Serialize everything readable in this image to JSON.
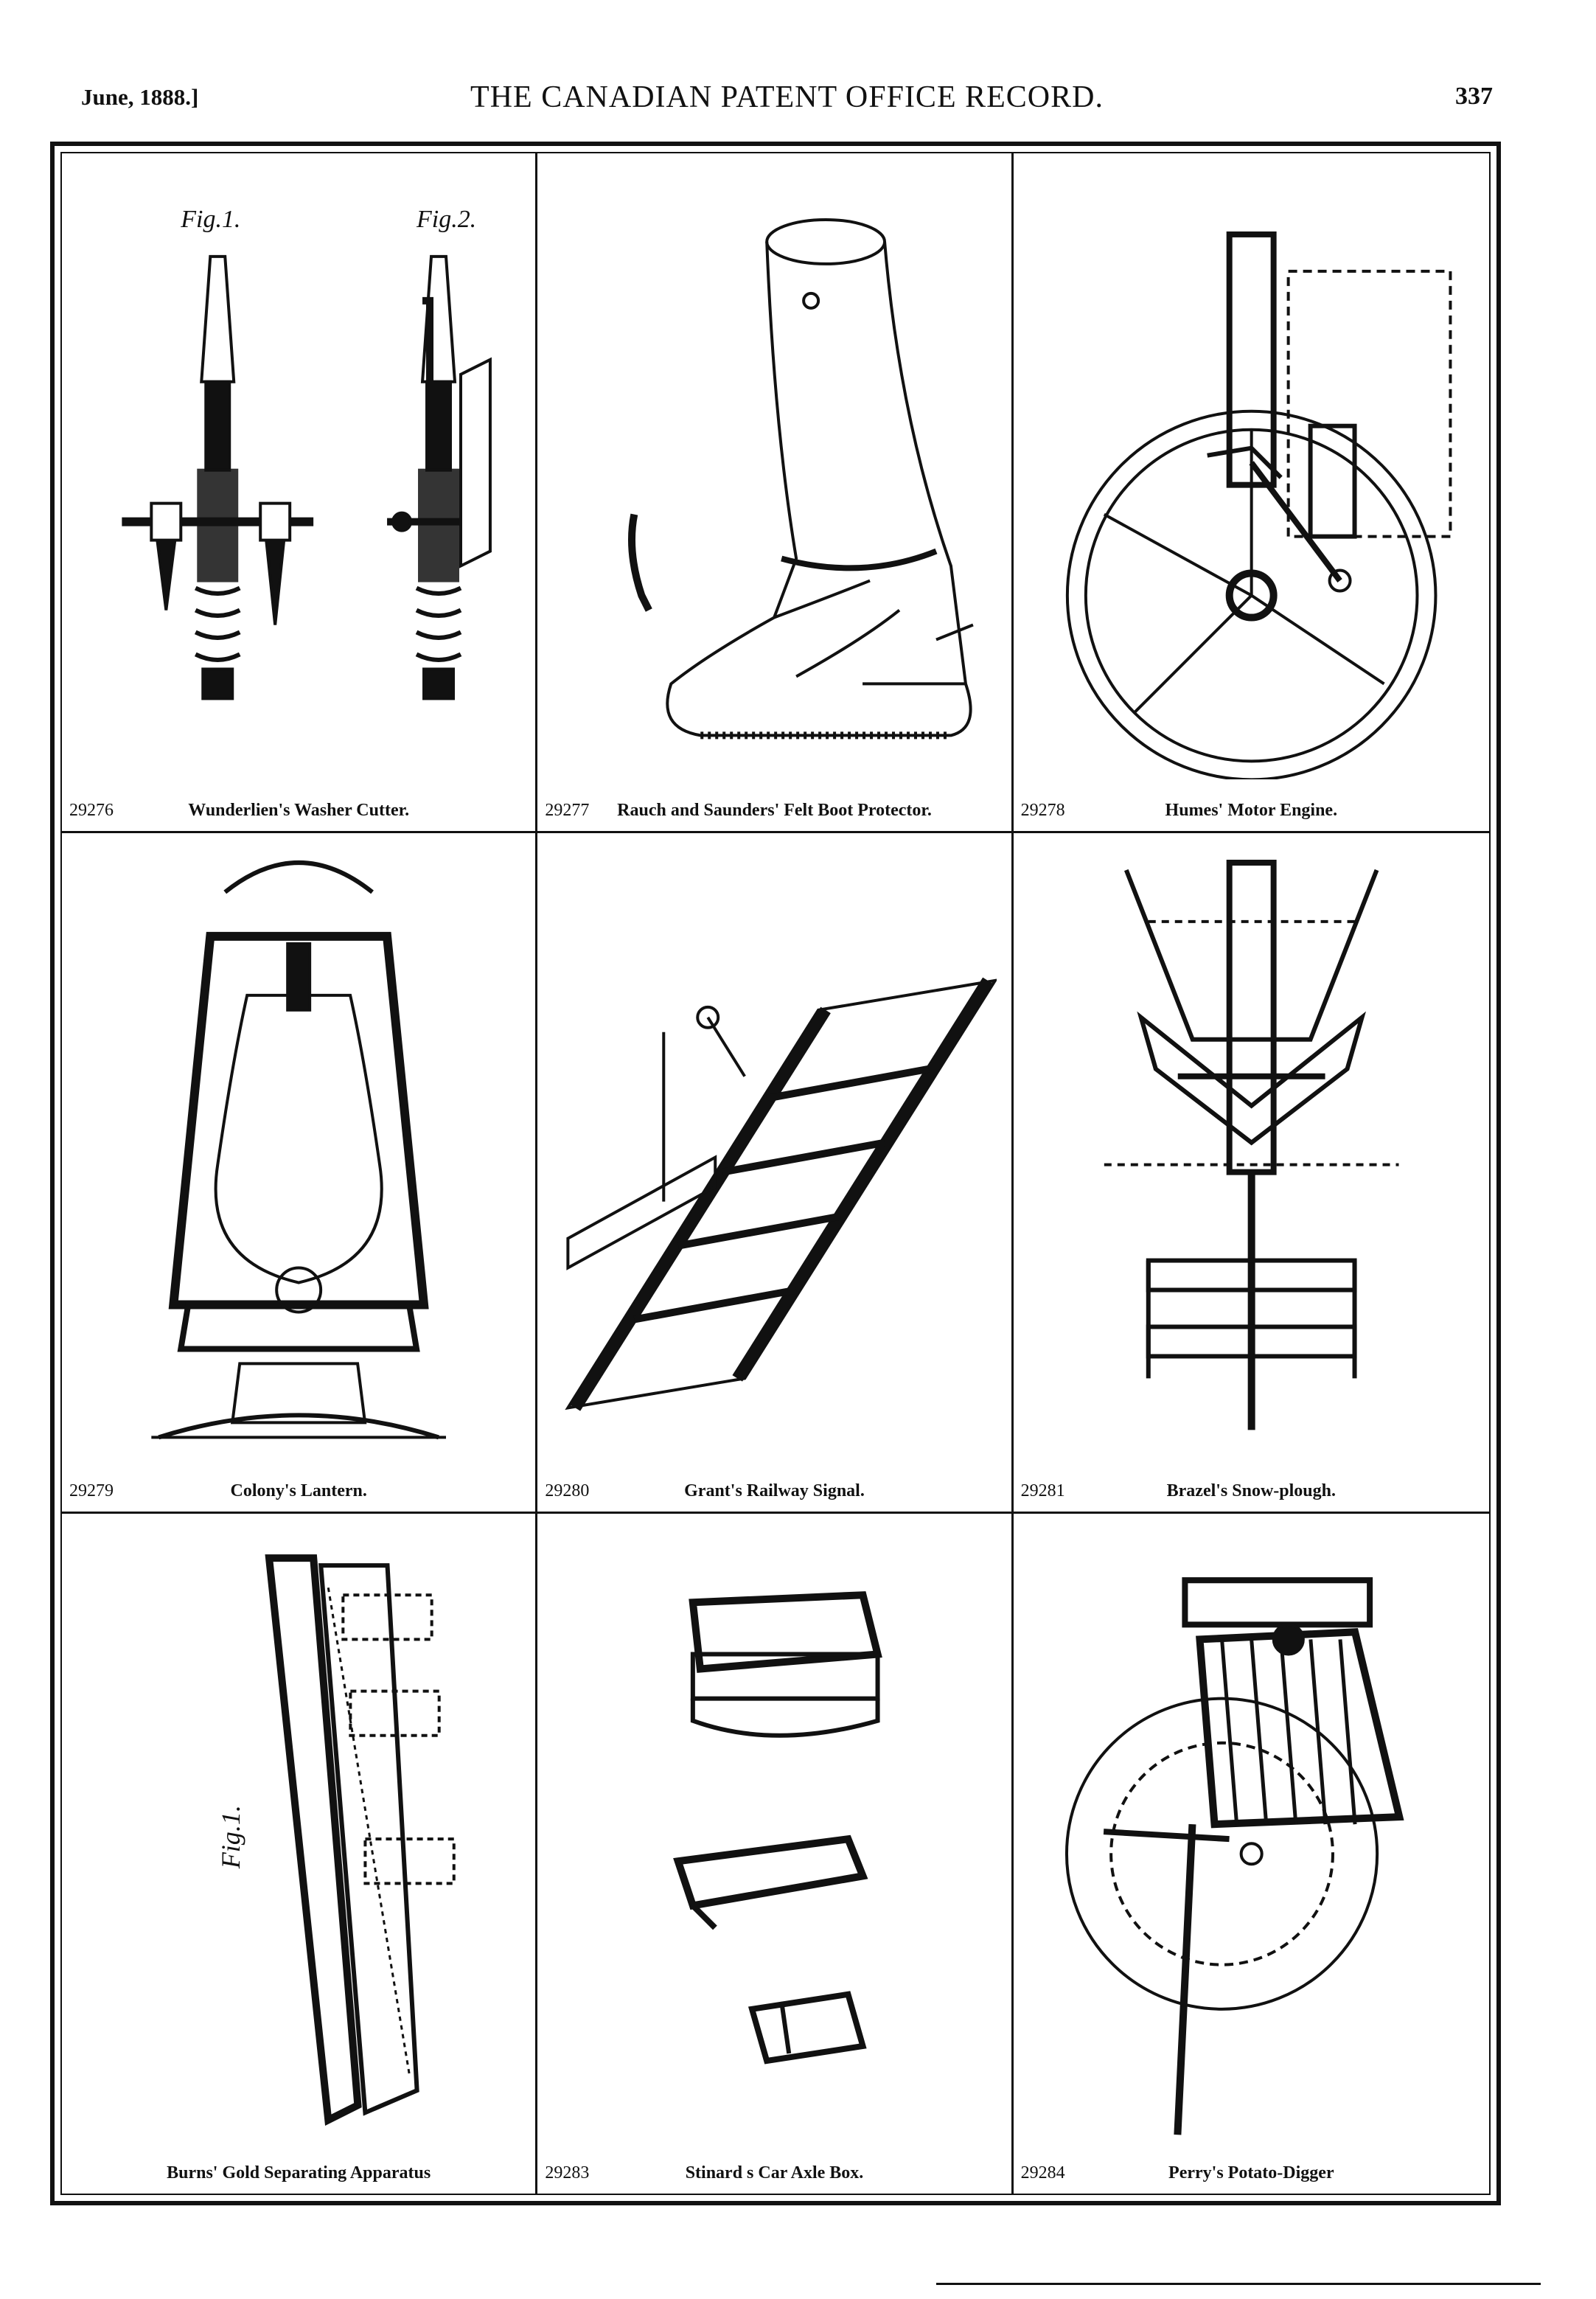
{
  "header": {
    "date": "June, 1888.]",
    "title": "THE CANADIAN PATENT OFFICE RECORD.",
    "page_number": "337"
  },
  "plates": [
    {
      "number": "29276",
      "title": "Wunderlien's Washer Cutter.",
      "fig_labels": [
        "Fig.1.",
        "Fig.2."
      ]
    },
    {
      "number": "29277",
      "title": "Rauch and Saunders' Felt Boot Protector."
    },
    {
      "number": "29278",
      "title": "Humes' Motor Engine."
    },
    {
      "number": "29279",
      "title": "Colony's Lantern."
    },
    {
      "number": "29280",
      "title": "Grant's Railway Signal."
    },
    {
      "number": "29281",
      "title": "Brazel's Snow-plough."
    },
    {
      "number": "",
      "title": "Burns' Gold Separating Apparatus",
      "fig_labels": [
        "Fig.1."
      ]
    },
    {
      "number": "29283",
      "title": "Stinard s Car Axle Box."
    },
    {
      "number": "29284",
      "title": "Perry's Potato-Digger"
    }
  ]
}
